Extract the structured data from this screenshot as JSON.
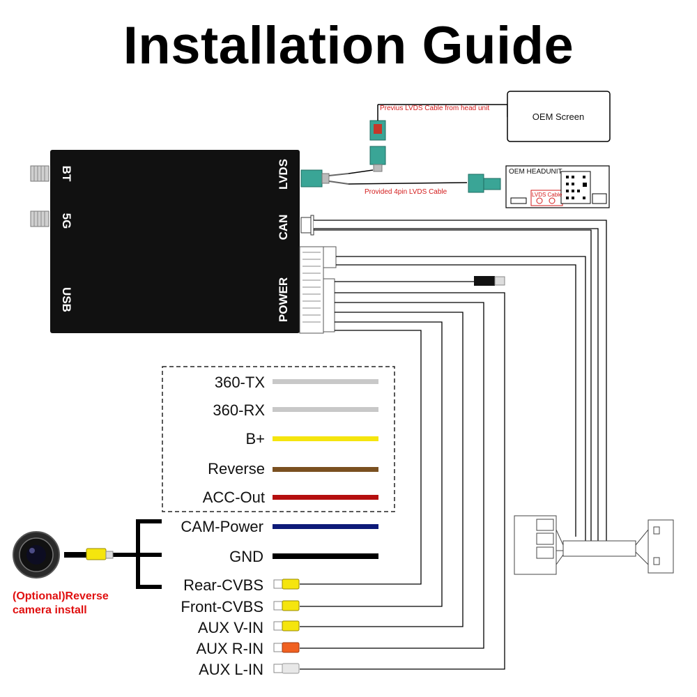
{
  "title": "Installation Guide",
  "box": {
    "left_ports": [
      "BT",
      "5G",
      "USB"
    ],
    "right_ports": [
      "LVDS",
      "CAN",
      "POWER"
    ]
  },
  "oem_screen": "OEM Screen",
  "oem_headunit": "OEM HEADUNIT",
  "lvds_cable_small": "LVDS Cable",
  "previous_lvds": "Previus LVDS Cable from head unit",
  "provided_lvds": "Provided 4pin LVDS Cable",
  "wires_boxed": [
    {
      "label": "360-TX",
      "color": "#c8c8c8"
    },
    {
      "label": "360-RX",
      "color": "#c8c8c8"
    },
    {
      "label": "B+",
      "color": "#f5e50e"
    },
    {
      "label": "Reverse",
      "color": "#7a5020"
    },
    {
      "label": "ACC-Out",
      "color": "#b50f0f"
    }
  ],
  "wires_other": [
    {
      "label": "CAM-Power",
      "color": "#0d1a78"
    },
    {
      "label": "GND",
      "color": "#000000"
    }
  ],
  "rca": [
    {
      "label": "Rear-CVBS",
      "color": "#f5e50e"
    },
    {
      "label": "Front-CVBS",
      "color": "#f5e50e"
    },
    {
      "label": "AUX V-IN",
      "color": "#f5e50e"
    },
    {
      "label": "AUX R-IN",
      "color": "#f06020"
    },
    {
      "label": "AUX L-IN",
      "color": "#e8e8e8"
    }
  ],
  "optional_camera": [
    "(Optional)Reverse",
    "camera install"
  ]
}
